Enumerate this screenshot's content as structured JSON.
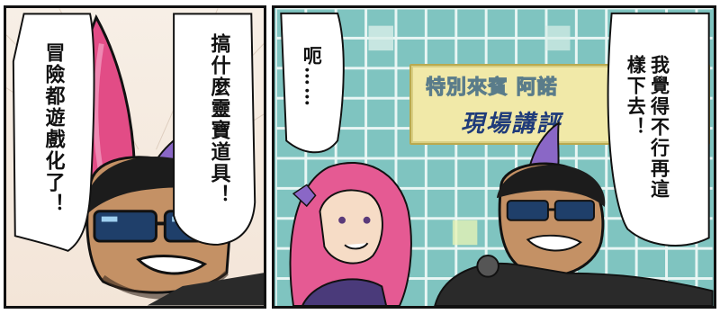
{
  "panels": [
    {
      "bubbles": [
        {
          "text": "冒險都遊戲化了！"
        },
        {
          "text": "搞什麼靈寶道具！"
        }
      ]
    },
    {
      "sign": {
        "line1": "特別來賓 阿諾",
        "line2": "現場講評"
      },
      "bubbles": [
        {
          "text": "呃……"
        },
        {
          "text": "我覺得不行再這\n樣下去！"
        }
      ]
    }
  ],
  "colors": {
    "tile": "#7fc4c0",
    "grout": "#e9f6f4",
    "sign": "#f1e9a8",
    "hair_pink": "#e24c86",
    "hair_purple": "#8a67c6"
  }
}
